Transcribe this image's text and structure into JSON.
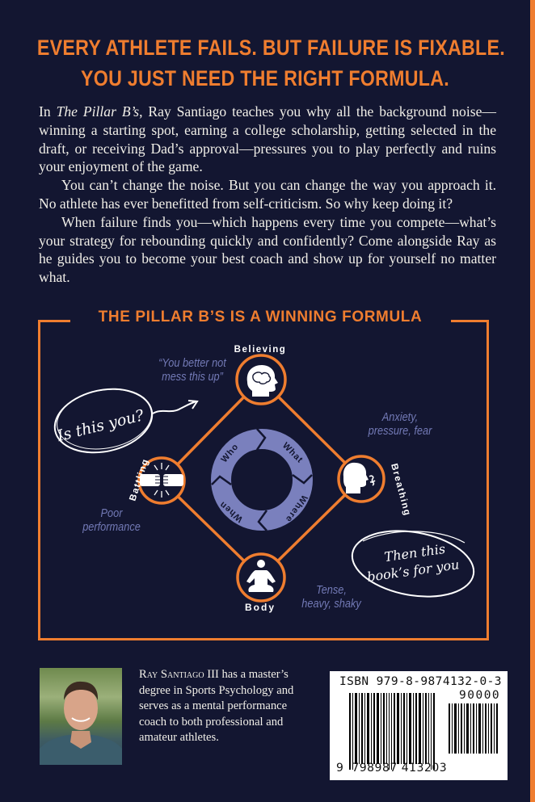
{
  "colors": {
    "background": "#131631",
    "accent_orange": "#ef7d2f",
    "muted_blue": "#7279b5",
    "ring_blue": "#7a80bd",
    "text_light": "#f1efe8"
  },
  "headline": {
    "line1": "EVERY ATHLETE FAILS. BUT FAILURE IS FIXABLE.",
    "line2": "YOU JUST NEED THE RIGHT FORMULA."
  },
  "blurb": {
    "p1_prefix": "In ",
    "p1_title": "The Pillar B’s",
    "p1_rest": ", Ray Santiago teaches you why all the background noise—winning a starting spot, earning a college scholarship, getting selected in the draft, or receiving Dad’s approval—pressures you to play perfectly and ruins your enjoyment of the game.",
    "p2": "You can’t change the noise. But you can change the way you approach it. No athlete has ever benefitted from self-criticism. So why keep doing it?",
    "p3": "When failure finds you—which happens every time you compete—what’s your strategy for rebounding quickly and confidently? Come alongside Ray as he guides you to become your best coach and show up for yourself no matter what."
  },
  "formula": {
    "title": "THE PILLAR B’S IS A WINNING FORMULA",
    "pillars": [
      {
        "name": "Believing",
        "icon": "brain-head-icon",
        "problem": "“You better not mess this up”"
      },
      {
        "name": "Breathing",
        "icon": "breathing-head-icon",
        "problem": "Anxiety, pressure, fear"
      },
      {
        "name": "Body",
        "icon": "meditation-pose-icon",
        "problem": "Tense, heavy, shaky"
      },
      {
        "name": "Battling",
        "icon": "fist-bump-icon",
        "problem": "Poor performance"
      }
    ],
    "cycle": [
      "Who",
      "What",
      "Where",
      "When"
    ],
    "callout_left": "Is this you?",
    "callout_right_line1": "Then this",
    "callout_right_line2": "book’s for you"
  },
  "author": {
    "name": "Ray Santiago III",
    "bio_rest": " has a master’s degree in Sports Psychology and serves as a mental performance coach to both professional and amateur athletes."
  },
  "barcode": {
    "isbn_label": "ISBN 979-8-9874132-0-3",
    "addon": "90000",
    "ean_first": "9",
    "ean_group1": "798987",
    "ean_group2": "413203"
  }
}
